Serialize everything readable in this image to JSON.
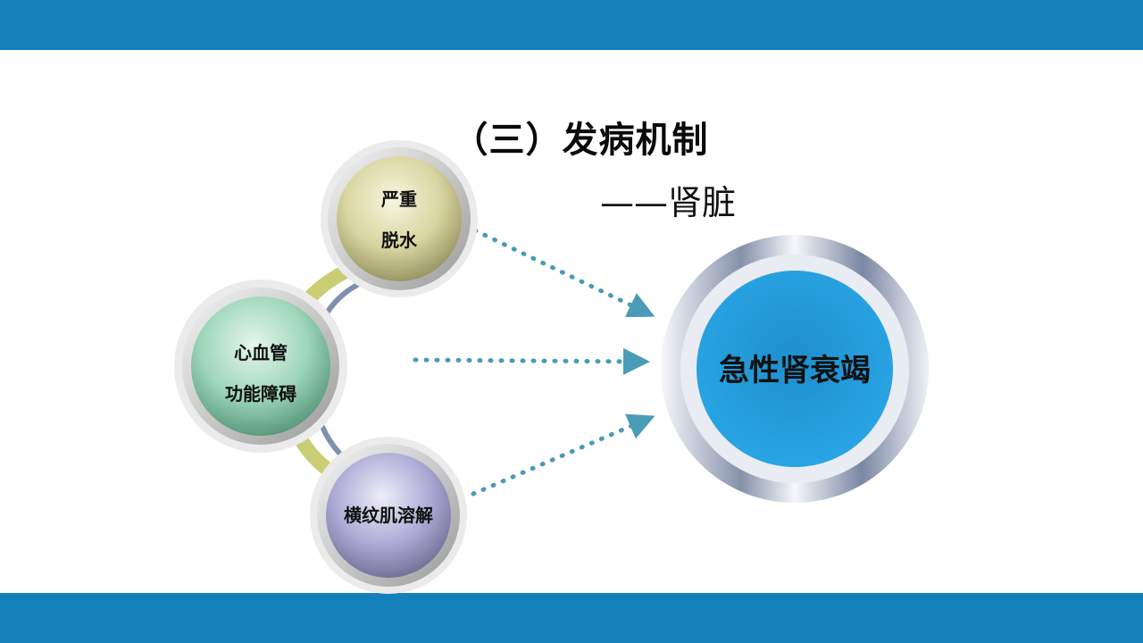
{
  "header": {
    "title": "（三）发病机制",
    "subtitle": "——肾脏"
  },
  "diagram": {
    "causes": [
      {
        "id": "dehydration",
        "lines": [
          "严重",
          "脱水"
        ],
        "color": "#d6d39a"
      },
      {
        "id": "cardiovascular",
        "lines": [
          "心血管",
          "功能障碍"
        ],
        "color": "#9ad3b4"
      },
      {
        "id": "rhabdomyolysis",
        "lines": [
          "横纹肌溶解"
        ],
        "color": "#a9a6d2"
      }
    ],
    "result": {
      "label": "急性肾衰竭",
      "color": "#27a2df"
    },
    "arrow_color": "#4a9bb5",
    "band_color": "#1480bb"
  }
}
